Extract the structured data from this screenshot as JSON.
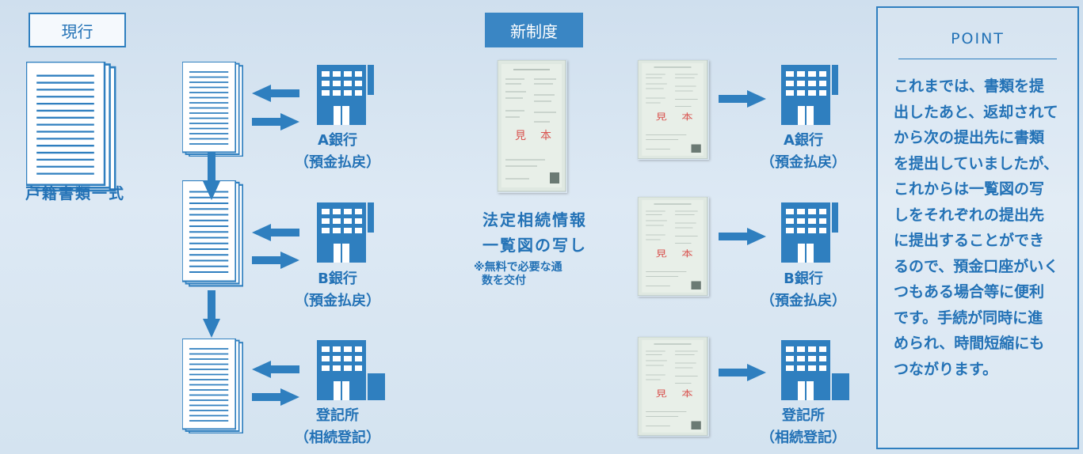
{
  "current": {
    "label": "現行",
    "documents_caption": "戸籍書類一式",
    "destinations": [
      {
        "name": "A銀行",
        "purpose": "（預金払戻）"
      },
      {
        "name": "B銀行",
        "purpose": "（預金払戻）"
      },
      {
        "name": "登記所",
        "purpose": "（相続登記）"
      }
    ]
  },
  "new_system": {
    "label": "新制度",
    "caption_line1": "法定相続情報",
    "caption_line2": "一覧図の写し",
    "note_line1": "※無料で必要な通",
    "note_line2": "数を交付",
    "cert_stamps": [
      "見",
      "本"
    ],
    "destinations": [
      {
        "name": "A銀行",
        "purpose": "（預金払戻）"
      },
      {
        "name": "B銀行",
        "purpose": "（預金払戻）"
      },
      {
        "name": "登記所",
        "purpose": "（相続登記）"
      }
    ]
  },
  "point": {
    "title": "POINT",
    "lines": [
      "これまでは、書類を提",
      "出したあと、返却されて",
      "から次の提出先に書類",
      "を提出していましたが、",
      "これからは一覧図の写",
      "しをそれぞれの提出先",
      "に提出することができ",
      "るので、預金口座がいく",
      "つもある場合等に便利",
      "です。手続が同時に進",
      "められ、時間短縮にも",
      "つながります。"
    ]
  },
  "colors": {
    "accent": "#2f7fbf",
    "stamp": "#d9534f"
  }
}
